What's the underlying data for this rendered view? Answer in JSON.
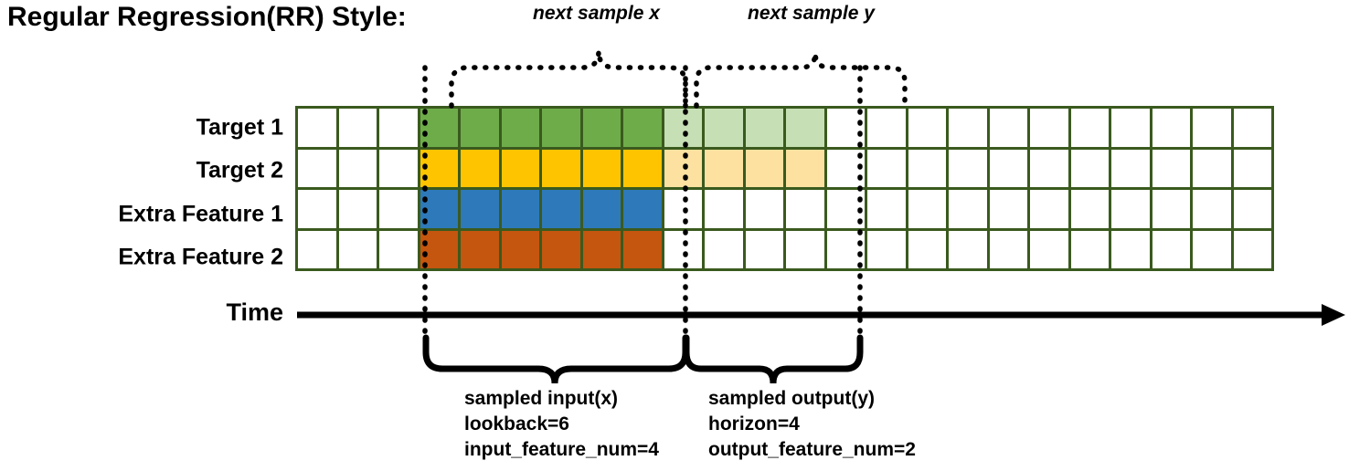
{
  "title": "Regular Regression(RR) Style:",
  "top_annotations": {
    "next_sample_x": "next sample x",
    "next_sample_y": "next sample y"
  },
  "rows": [
    {
      "label": "Target 1",
      "color_key": "green",
      "fill": "#6eac4a",
      "faded_fill": "#c6dfb4"
    },
    {
      "label": "Target 2",
      "color_key": "yellow",
      "fill": "#ffc400",
      "faded_fill": "#fce1a0"
    },
    {
      "label": "Extra Feature 1",
      "color_key": "blue",
      "fill": "#2e79b9",
      "faded_fill": "#ffffff"
    },
    {
      "label": "Extra Feature 2",
      "color_key": "orange",
      "fill": "#c4560f",
      "faded_fill": "#ffffff"
    }
  ],
  "grid": {
    "total_columns": 24,
    "leading_blank_columns": 3,
    "input_columns": 6,
    "output_columns": 4,
    "trailing_blank_columns": 11,
    "border_color": "#3a5a1e",
    "blank_fill": "#ffffff"
  },
  "axis": {
    "time_label": "Time"
  },
  "bottom_annotations": {
    "input": {
      "name": "sampled input(x)",
      "lookback": "lookback=6",
      "feature_num": "input_feature_num=4"
    },
    "output": {
      "name": "sampled output(y)",
      "horizon": "horizon=4",
      "feature_num": "output_feature_num=2"
    }
  },
  "colors": {
    "green": "#6eac4a",
    "green_light": "#c6dfb4",
    "yellow": "#ffc400",
    "yellow_light": "#fce1a0",
    "blue": "#2e79b9",
    "orange": "#c4560f",
    "grid_border": "#3a5a1e",
    "ink": "#000000"
  }
}
